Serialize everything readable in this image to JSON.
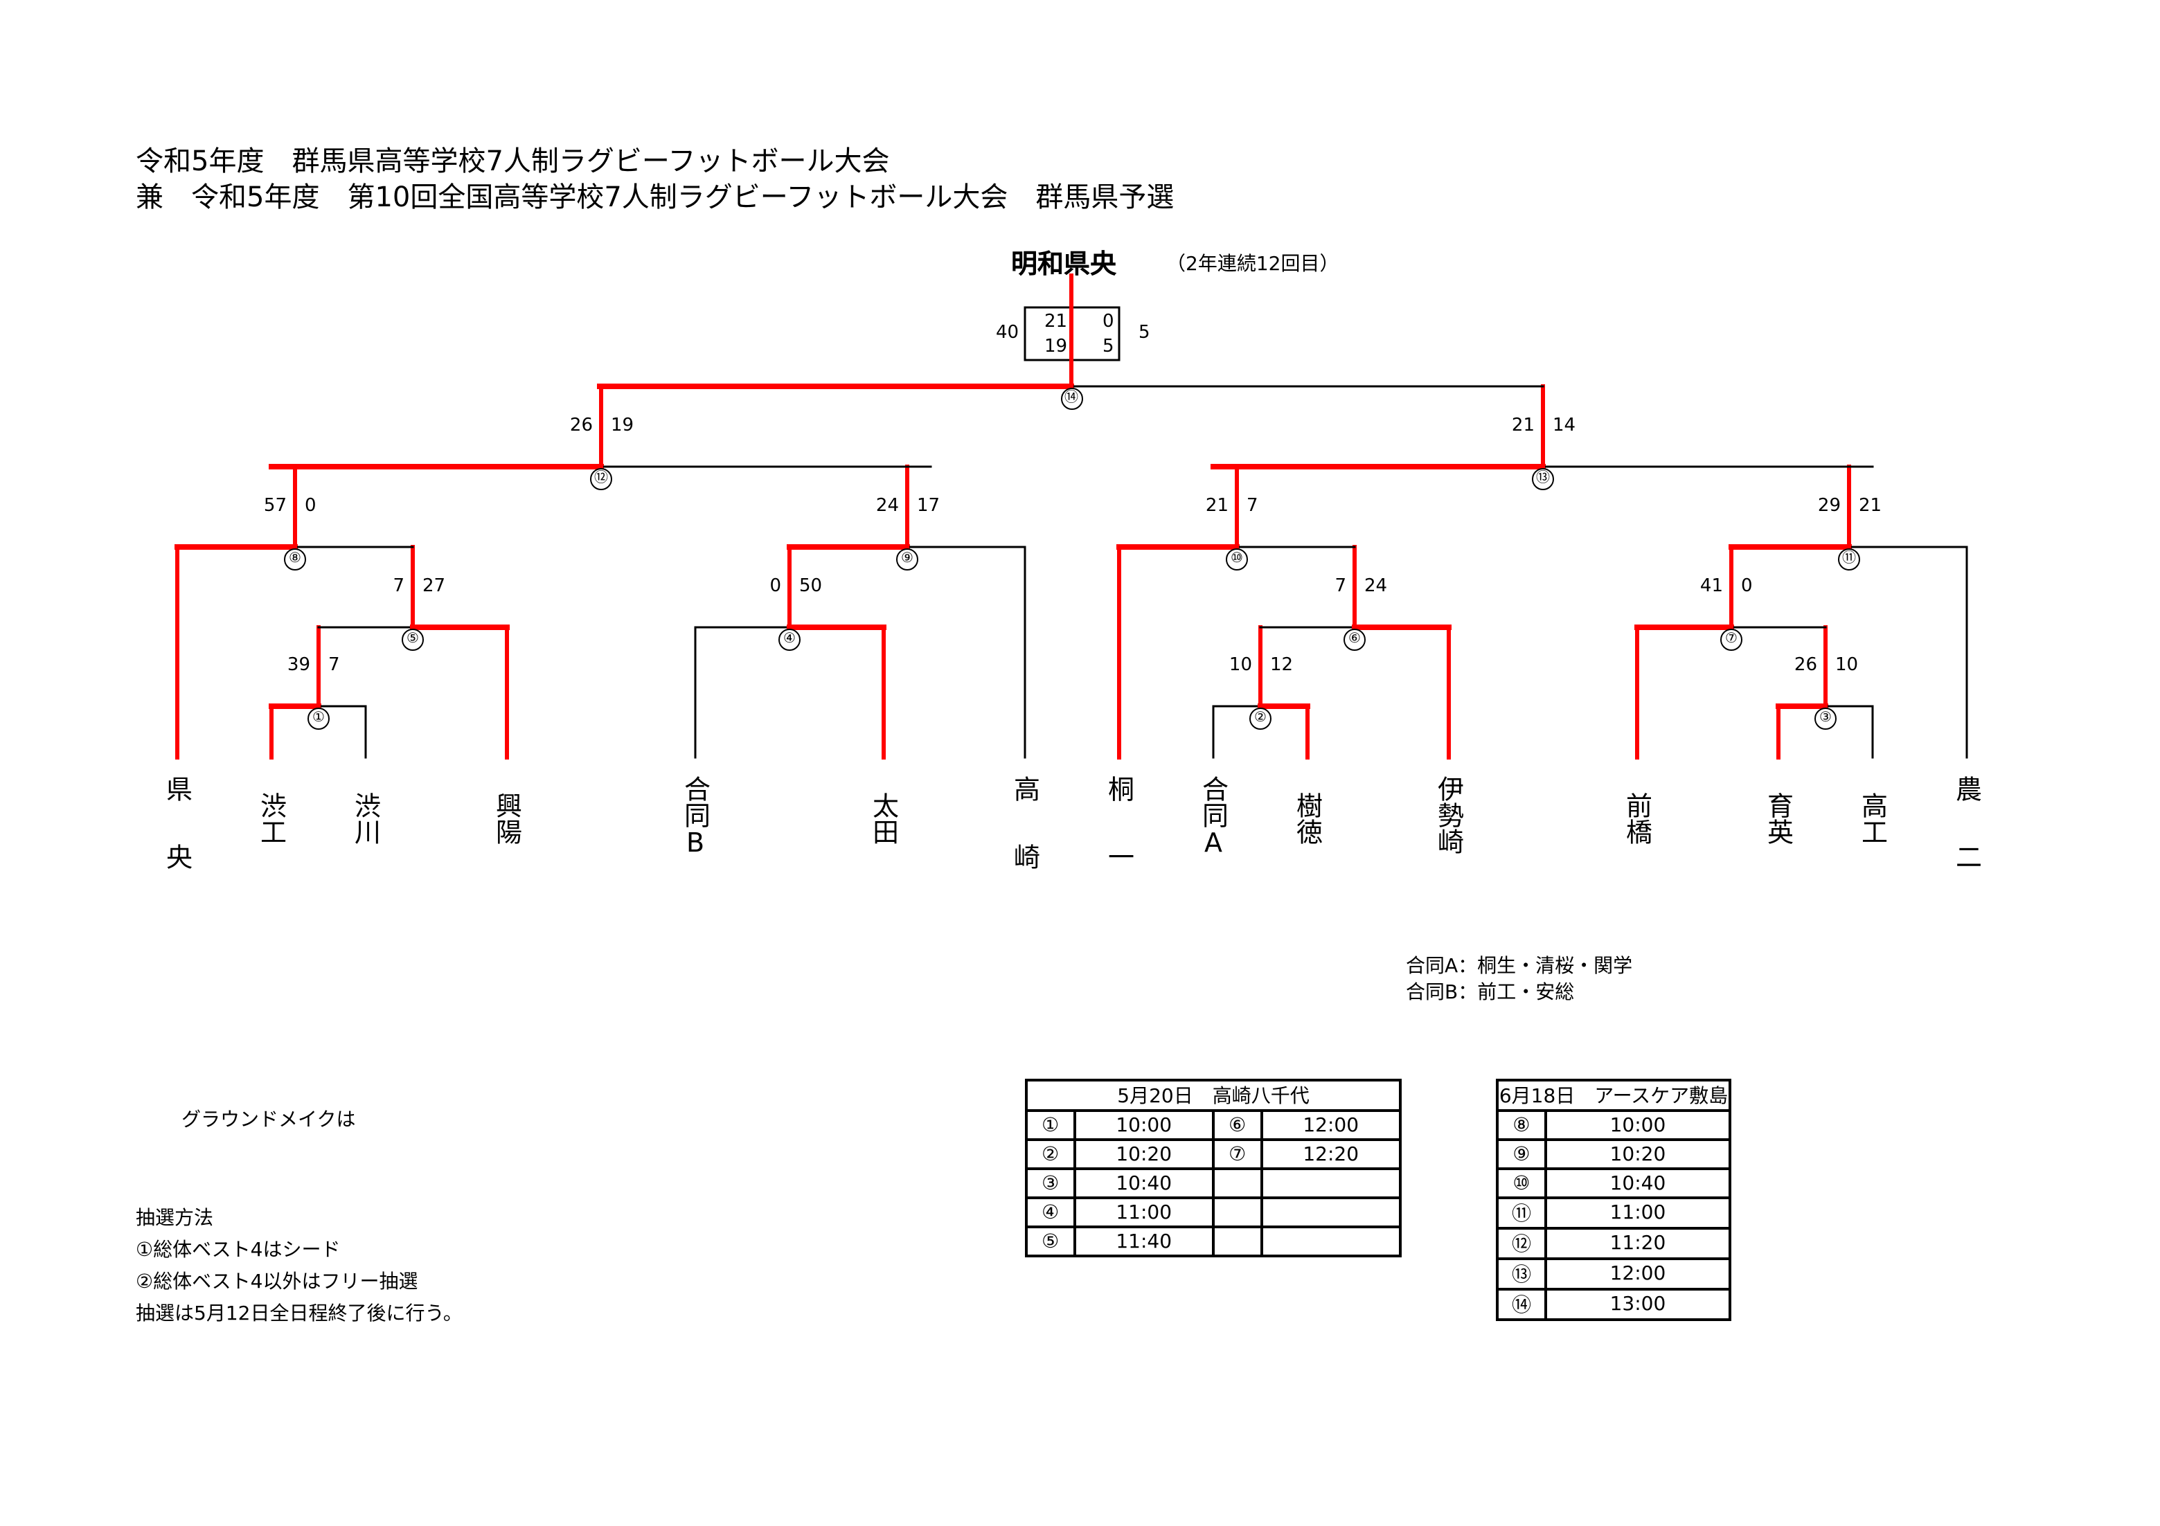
{
  "title": {
    "line1": "令和5年度　群馬県高等学校7人制ラグビーフットボール大会",
    "line2": "兼　令和5年度　第10回全国高等学校7人制ラグビーフットボール大会　群馬県予選"
  },
  "champion": {
    "name": "明和県央",
    "note": "（2年連続12回目）"
  },
  "final": {
    "total_left": "40",
    "total_right": "5",
    "half1_left": "21",
    "half2_left": "19",
    "half1_right": "0",
    "half2_right": "5"
  },
  "teams": [
    "県央",
    "渋工",
    "渋川",
    "興陽",
    "合同B",
    "太田",
    "高崎",
    "桐一",
    "合同A",
    "樹徳",
    "伊勢崎",
    "前橋",
    "育英",
    "高工",
    "農二"
  ],
  "matches": [
    {
      "label": "①",
      "left": "39",
      "right": "7",
      "winner": "left"
    },
    {
      "label": "②",
      "left": "10",
      "right": "12",
      "winner": "right"
    },
    {
      "label": "③",
      "left": "26",
      "right": "10",
      "winner": "left"
    },
    {
      "label": "④",
      "left": "0",
      "right": "50",
      "winner": "right"
    },
    {
      "label": "⑤",
      "left": "7",
      "right": "27",
      "winner": "right"
    },
    {
      "label": "⑥",
      "left": "7",
      "right": "24",
      "winner": "right"
    },
    {
      "label": "⑦",
      "left": "41",
      "right": "0",
      "winner": "left"
    },
    {
      "label": "⑧",
      "left": "57",
      "right": "0",
      "winner": "left"
    },
    {
      "label": "⑨",
      "left": "24",
      "right": "17",
      "winner": "left"
    },
    {
      "label": "⑩",
      "left": "21",
      "right": "7",
      "winner": "left"
    },
    {
      "label": "⑪",
      "left": "29",
      "right": "21",
      "winner": "left"
    },
    {
      "label": "⑫",
      "left": "26",
      "right": "19",
      "winner": "left"
    },
    {
      "label": "⑬",
      "left": "21",
      "right": "14",
      "winner": "left"
    },
    {
      "label": "⑭",
      "left": "40",
      "right": "5",
      "winner": "left"
    }
  ],
  "colors": {
    "winner_line": "#ff0000",
    "line": "#000000"
  },
  "joint_teams": {
    "a": "合同A：桐生・清桜・関学",
    "b": "合同B：前工・安総"
  },
  "ground": "グラウンドメイクは",
  "lottery": {
    "heading": "抽選方法",
    "rule1": "①総体ベスト4はシード",
    "rule2": "②総体ベスト4以外はフリー抽選",
    "rule3": "抽選は5月12日全日程終了後に行う。"
  },
  "schedule1": {
    "header": "5月20日　高崎八千代",
    "rows": [
      {
        "m1": "①",
        "t1": "10:00",
        "m2": "⑥",
        "t2": "12:00"
      },
      {
        "m1": "②",
        "t1": "10:20",
        "m2": "⑦",
        "t2": "12:20"
      },
      {
        "m1": "③",
        "t1": "10:40"
      },
      {
        "m1": "④",
        "t1": "11:00"
      },
      {
        "m1": "⑤",
        "t1": "11:40"
      }
    ]
  },
  "schedule2": {
    "header": "6月18日　アースケア敷島",
    "rows": [
      {
        "m": "⑧",
        "t": "10:00"
      },
      {
        "m": "⑨",
        "t": "10:20"
      },
      {
        "m": "⑩",
        "t": "10:40"
      },
      {
        "m": "⑪",
        "t": "11:00"
      },
      {
        "m": "⑫",
        "t": "11:20"
      },
      {
        "m": "⑬",
        "t": "12:00"
      },
      {
        "m": "⑭",
        "t": "13:00"
      }
    ]
  }
}
